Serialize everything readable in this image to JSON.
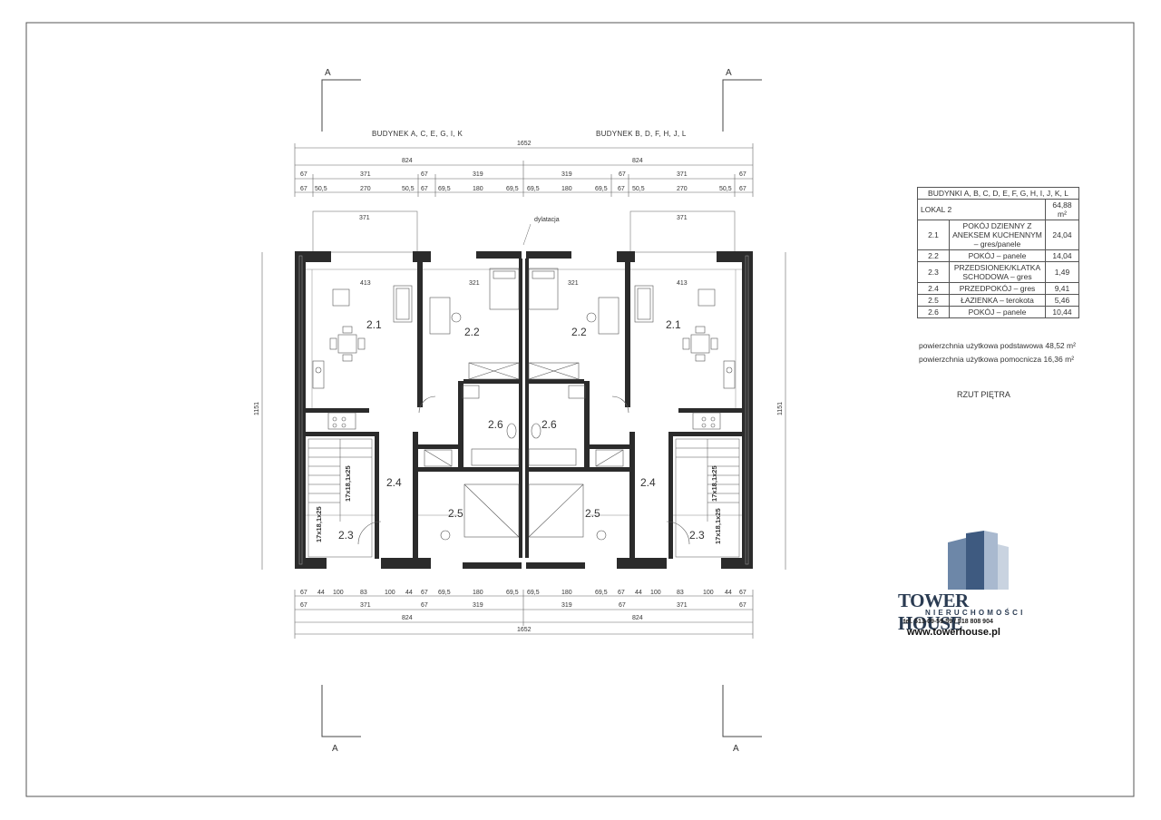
{
  "building_left": "BUDYNEK A, C, E, G, I, K",
  "building_right": "BUDYNEK B, D, F, H, J, L",
  "section_mark": "A",
  "dilatation": "dylatacja",
  "dims": {
    "total": "1652",
    "half": "824",
    "row2": [
      "67",
      "371",
      "67",
      "319",
      "319",
      "67",
      "371",
      "67"
    ],
    "row3": [
      "67",
      "50,5",
      "270",
      "50,5",
      "67",
      "69,5",
      "180",
      "69,5",
      "69,5",
      "180",
      "69,5",
      "67",
      "50,5",
      "270",
      "50,5",
      "67"
    ],
    "bot1": [
      "67",
      "44",
      "100",
      "83",
      "100",
      "44",
      "67",
      "69,5",
      "180",
      "69,5",
      "69,5",
      "180",
      "69,5",
      "67",
      "44",
      "100",
      "83",
      "100",
      "44",
      "67"
    ],
    "height": "1151",
    "window_w": "371",
    "inner": [
      "413",
      "321",
      "321",
      "413"
    ]
  },
  "rooms": {
    "r21": "2.1",
    "r22": "2.2",
    "r23": "2.3",
    "r24": "2.4",
    "r25": "2.5",
    "r26": "2.6"
  },
  "stairs": "17x18,1x25",
  "table": {
    "header": "BUDYNKI A, B, C, D, E, F, G, H, I, J, K, L",
    "unit": "LOKAL 2",
    "unit_area": "64,88 m²",
    "rows": [
      {
        "no": "2.1",
        "name": "POKÓJ DZIENNY Z ANEKSEM KUCHENNYM – gres/panele",
        "area": "24,04"
      },
      {
        "no": "2.2",
        "name": "POKÓJ – panele",
        "area": "14,04"
      },
      {
        "no": "2.3",
        "name": "PRZEDSIONEK/KLATKA SCHODOWA – gres",
        "area": "1,49"
      },
      {
        "no": "2.4",
        "name": "PRZEDPOKÓJ – gres",
        "area": "9,41"
      },
      {
        "no": "2.5",
        "name": "ŁAZIENKA – terokota",
        "area": "5,46"
      },
      {
        "no": "2.6",
        "name": "POKÓJ – panele",
        "area": "10,44"
      }
    ]
  },
  "area_basic": "powierzchnia użytkowa podstawowa 48,52 m²",
  "area_aux": "powierzchnia użytkowa pomocnicza 16,36 m²",
  "plan_title": "RZUT PIĘTRA",
  "logo": {
    "title": "TOWER HOUSE",
    "sub": "NIERUCHOMOŚCI",
    "tel": "tel. 513-09-59-59 / 518 808 904",
    "www": "www.towerhouse.pl"
  }
}
